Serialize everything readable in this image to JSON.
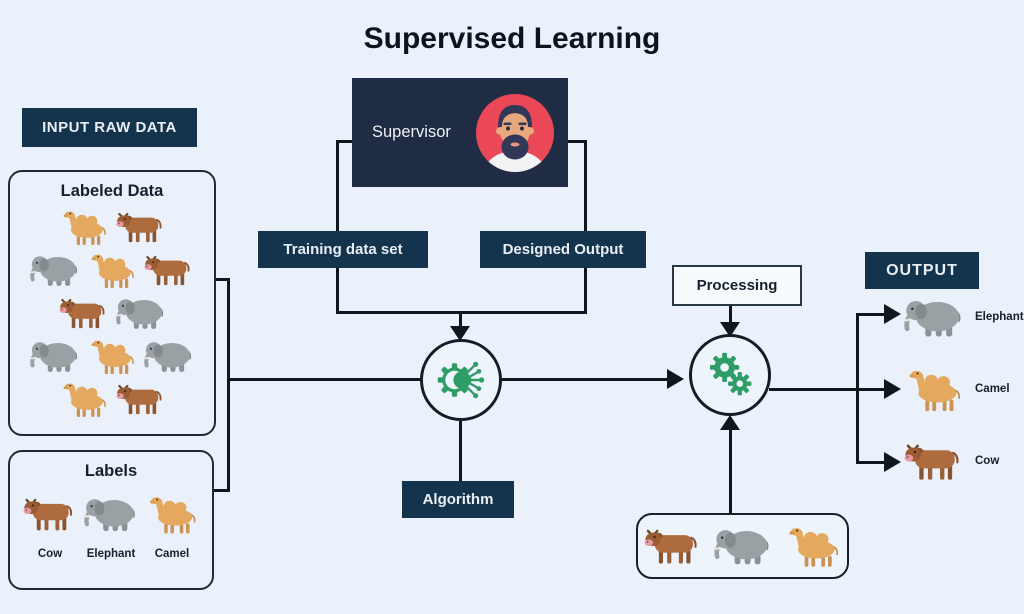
{
  "title": "Supervised Learning",
  "nodes": {
    "input_raw_data": "INPUT RAW DATA",
    "labeled_data_title": "Labeled Data",
    "labels_title": "Labels",
    "supervisor": "Supervisor",
    "training": "Training data set",
    "designed": "Designed Output",
    "processing": "Processing",
    "algorithm": "Algorithm",
    "output": "OUTPUT"
  },
  "labeled_data_grid": [
    [
      "camel",
      "cow"
    ],
    [
      "elephant",
      "camel",
      "cow"
    ],
    [
      "cow",
      "elephant"
    ],
    [
      "elephant",
      "camel",
      "elephant"
    ],
    [
      "camel",
      "cow"
    ]
  ],
  "labels_items": [
    {
      "type": "cow",
      "label": "Cow"
    },
    {
      "type": "elephant",
      "label": "Elephant"
    },
    {
      "type": "camel",
      "label": "Camel"
    }
  ],
  "test_data_items": [
    "cow",
    "elephant",
    "camel"
  ],
  "output_items": [
    {
      "type": "elephant",
      "label": "Elephant"
    },
    {
      "type": "camel",
      "label": "Camel"
    },
    {
      "type": "cow",
      "label": "Cow"
    }
  ],
  "icons": {
    "supervisor_avatar": "bearded-man-avatar",
    "algorithm_node": "gear-network-icon",
    "processing_node": "double-gears-icon"
  },
  "colors": {
    "background": "#eaf1fa",
    "navy_box": "#14334d",
    "supervisor_box": "#1f2c44",
    "avatar_red": "#ea4757",
    "icon_green": "#2f9d68",
    "connector": "#10161d"
  }
}
